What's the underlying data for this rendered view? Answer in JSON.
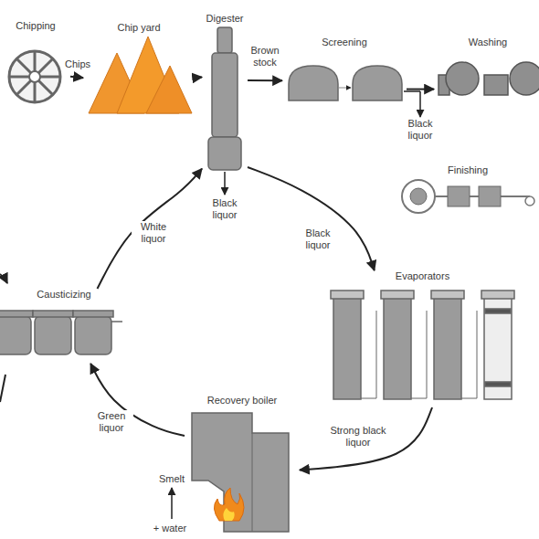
{
  "diagram": {
    "nodes": [
      {
        "text": [
          "Chipping"
        ]
      },
      {
        "text": [
          "Chip yard"
        ]
      },
      {
        "text": [
          "Digester"
        ]
      },
      {
        "text": [
          "Screening"
        ]
      },
      {
        "text": [
          "Washing"
        ]
      },
      {
        "text": [
          "Finishing"
        ]
      },
      {
        "text": [
          "Evaporators"
        ]
      },
      {
        "text": [
          "Recovery boiler"
        ]
      },
      {
        "text": [
          "Causticizing"
        ]
      }
    ],
    "edges": [
      {
        "from": 0,
        "to": 1,
        "label": "Chips",
        "arrow": "to"
      },
      {
        "from": 1,
        "to": 2,
        "arrow": "to"
      },
      {
        "from": 2,
        "to": 3,
        "label": "Brown stock",
        "arrow": "to"
      },
      {
        "from": 3,
        "to": 4,
        "arrow": "to"
      },
      {
        "from": 2,
        "to": 6,
        "label": "Black liquor",
        "arrow": "to"
      },
      {
        "from": 6,
        "to": 7,
        "label": "Strong black liquor",
        "arrow": "to"
      },
      {
        "from": 7,
        "to": 8,
        "label": "Green liquor",
        "arrow": "to"
      },
      {
        "from": 8,
        "to": 2,
        "label": "White liquor",
        "arrow": "to"
      }
    ],
    "labels": [
      "Black liquor",
      "Black liquor",
      "Smelt",
      "+ water"
    ]
  }
}
